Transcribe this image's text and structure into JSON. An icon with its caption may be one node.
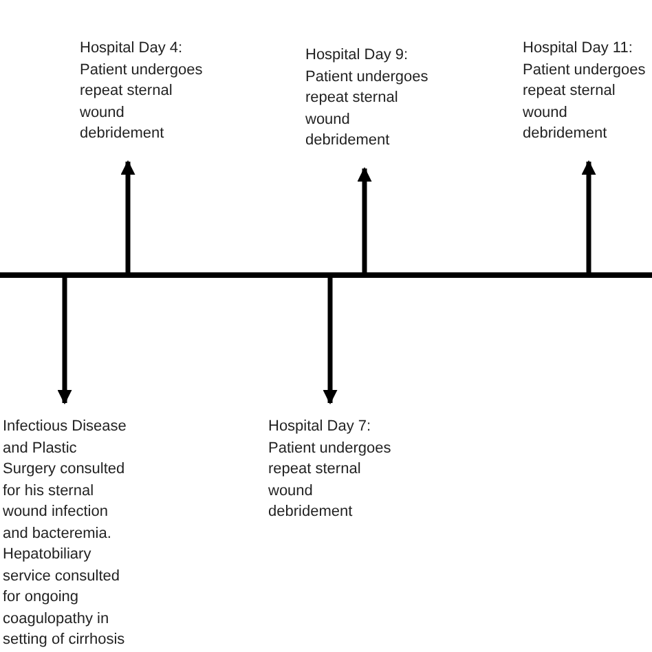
{
  "diagram": {
    "nodes": [
      {
        "text": [
          "Hospital Day 4: Patient undergoes repeat sternal wound debridement"
        ]
      },
      {
        "text": [
          "Hospital Day 9: Patient undergoes repeat sternal wound debridement"
        ]
      },
      {
        "text": [
          "Hospital Day 11: Patient undergoes repeat sternal wound debridement"
        ]
      },
      {
        "text": [],
        "shape": "bar"
      },
      {
        "text": [
          "Infectious Disease and Plastic Surgery consulted for his sternal wound infection and bacteremia. Hepatobiliary service consulted for ongoing coagulopathy in setting of cirrhosis"
        ]
      },
      {
        "text": [
          "Hospital Day 7: Patient undergoes repeat sternal wound debridement"
        ]
      }
    ],
    "edges": [
      {
        "from": 3,
        "to": 4,
        "arrow": "to"
      },
      {
        "from": 3,
        "to": 0,
        "arrow": "to"
      },
      {
        "from": 3,
        "to": 5,
        "arrow": "to"
      },
      {
        "from": 3,
        "to": 1,
        "arrow": "to"
      },
      {
        "from": 3,
        "to": 2,
        "arrow": "to"
      }
    ]
  }
}
